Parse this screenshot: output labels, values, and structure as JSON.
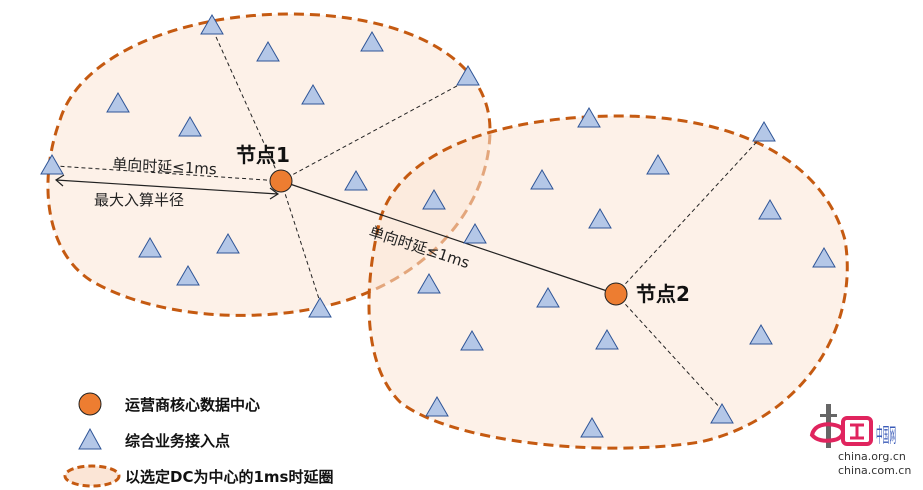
{
  "diagram": {
    "node1_label": "节点1",
    "node2_label": "节点2",
    "latency_label_1": "单向时延≤1ms",
    "latency_label_2": "单向时延≤1ms",
    "radius_label": "最大入算半径"
  },
  "legend": {
    "items": [
      {
        "label": "运营商核心数据中心",
        "icon": "orange-circle-icon"
      },
      {
        "label": "综合业务接入点",
        "icon": "blue-triangle-icon"
      },
      {
        "label": "以选定DC为中心的1ms时延圈",
        "icon": "dashed-ellipse-icon"
      }
    ]
  },
  "logo": {
    "text": "中国网",
    "line1": "china.org.cn",
    "line2": "china.com.cn"
  },
  "colors": {
    "orange": "#ED7D31",
    "border": "#C55A11",
    "fill": "#FBE5D6",
    "triangle": "#B4C7E7",
    "triangle_stroke": "#2F5597"
  }
}
